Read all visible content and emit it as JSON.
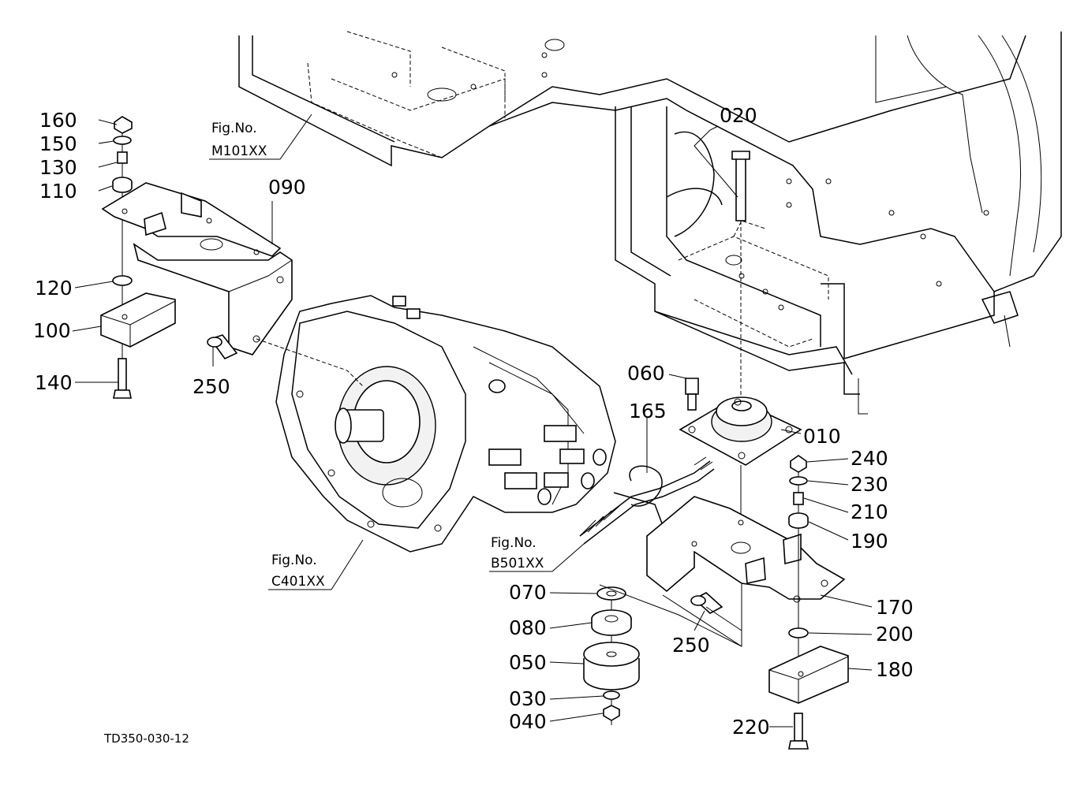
{
  "diagram_code": "TD350-030-12",
  "fig_refs": [
    {
      "prefix": "Fig.No.",
      "code": "M101XX"
    },
    {
      "prefix": "Fig.No.",
      "code": "C401XX"
    },
    {
      "prefix": "Fig.No.",
      "code": "B501XX"
    }
  ],
  "part_labels": {
    "p160": "160",
    "p150": "150",
    "p130": "130",
    "p110": "110",
    "p090": "090",
    "p120": "120",
    "p100": "100",
    "p140": "140",
    "p250a": "250",
    "p020": "020",
    "p060": "060",
    "p165": "165",
    "p010": "010",
    "p240": "240",
    "p230": "230",
    "p210": "210",
    "p190": "190",
    "p070": "070",
    "p080": "080",
    "p050": "050",
    "p030": "030",
    "p040": "040",
    "p250b": "250",
    "p170": "170",
    "p200": "200",
    "p180": "180",
    "p220": "220"
  }
}
